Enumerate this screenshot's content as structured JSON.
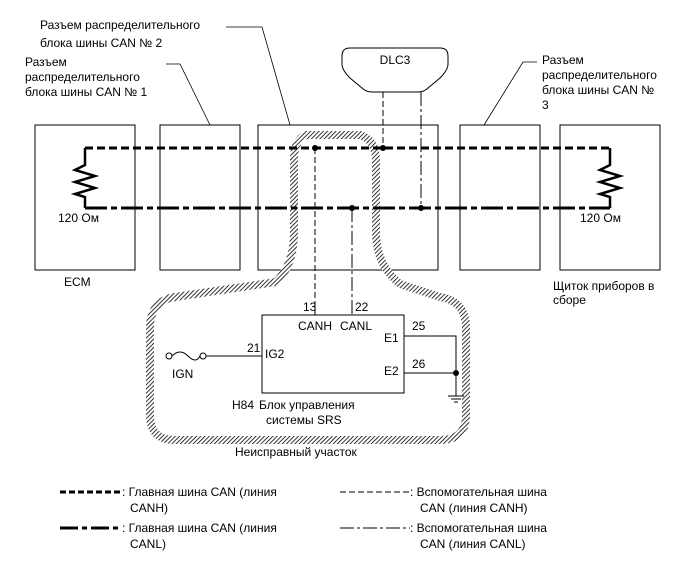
{
  "labels": {
    "junction2": [
      "Разъем распределительного",
      "блока шины CAN № 2"
    ],
    "junction1": [
      "Разъем",
      "распределительного",
      "блока шины CAN № 1"
    ],
    "junction3": [
      "Разъем",
      "распределительного",
      "блока шины CAN №",
      "3"
    ],
    "dlc3": "DLC3",
    "resistor_left": "120 Ом",
    "resistor_right": "120 Ом",
    "ecm": "ECM",
    "meter": [
      "Щиток приборов в",
      "сборе"
    ],
    "pin_canh": "13",
    "pin_canl": "22",
    "canh": "CANH",
    "canl": "CANL",
    "pin_e1": "25",
    "e1": "E1",
    "pin_e2": "26",
    "e2": "E2",
    "pin_ig2": "21",
    "ig2": "IG2",
    "ign": "IGN",
    "srs_code": "H84",
    "srs_name": [
      "Блок управления",
      "системы SRS"
    ],
    "faulty_area": "Неисправный участок"
  },
  "legend": {
    "main_canh": ": Главная шина CAN (линия",
    "main_canh_2": "CANH)",
    "main_canl": ": Главная шина CAN (линия",
    "main_canl_2": "CANL)",
    "sub_canh": ": Вспомогательная шина",
    "sub_canh_2": "CAN (линия CANH)",
    "sub_canl": ": Вспомогательная шина",
    "sub_canl_2": "CAN (линия CANL)"
  }
}
